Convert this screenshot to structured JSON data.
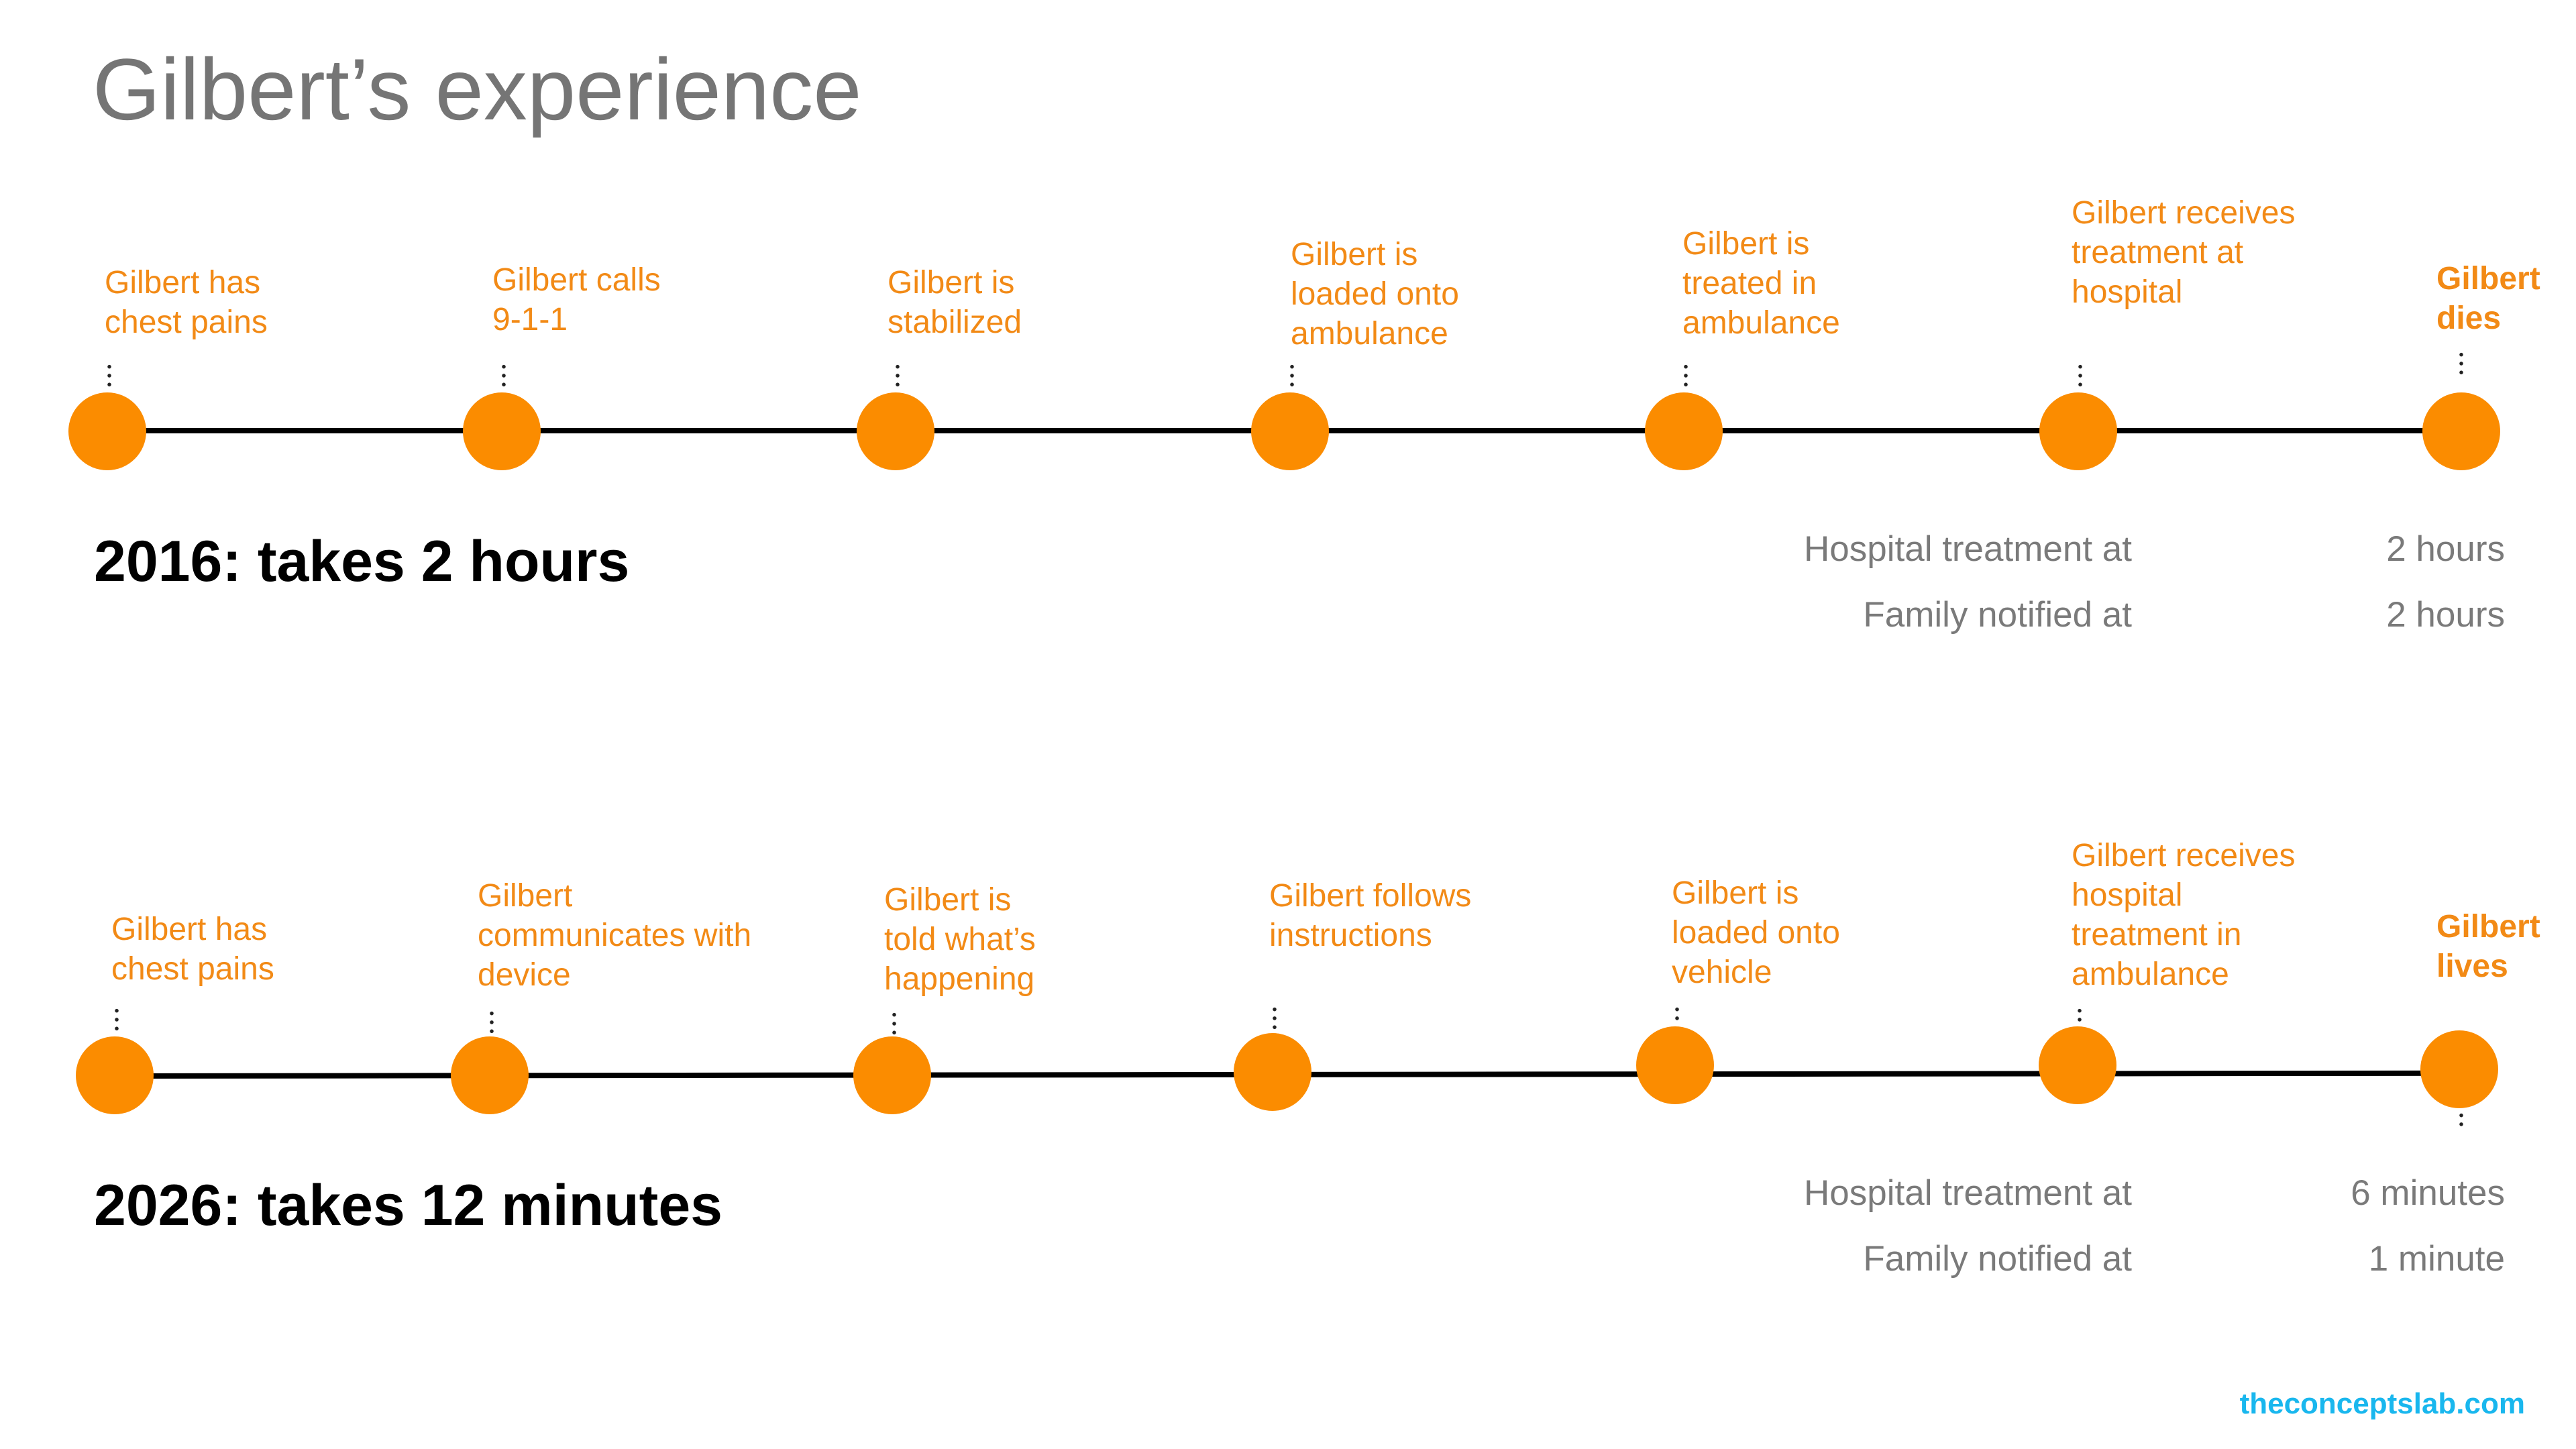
{
  "title": "Gilbert’s experience",
  "credit": "theconceptslab.com",
  "colors": {
    "accent": "#fb8c00",
    "label": "#f28a16",
    "muted": "#7a7a7a",
    "credit": "#19b7ee"
  },
  "timeline_2016": {
    "heading": "2016: takes 2 hours",
    "events": [
      [
        "Gilbert has",
        "chest pains"
      ],
      [
        "Gilbert calls",
        "9-1-1"
      ],
      [
        "Gilbert is",
        "stabilized"
      ],
      [
        "Gilbert is",
        "loaded onto",
        "ambulance"
      ],
      [
        "Gilbert is",
        "treated in",
        "ambulance"
      ],
      [
        "Gilbert receives",
        "treatment at",
        "hospital"
      ],
      [
        "Gilbert",
        "dies"
      ]
    ],
    "stats": [
      {
        "label": "Hospital treatment at",
        "value": "2 hours"
      },
      {
        "label": "Family notified at",
        "value": "2 hours"
      }
    ]
  },
  "timeline_2026": {
    "heading": "2026: takes 12 minutes",
    "events": [
      [
        "Gilbert has",
        "chest pains"
      ],
      [
        "Gilbert",
        "communicates with",
        "device"
      ],
      [
        "Gilbert is",
        "told what’s",
        "happening"
      ],
      [
        "Gilbert follows",
        "instructions"
      ],
      [
        "Gilbert is",
        "loaded onto",
        "vehicle"
      ],
      [
        "Gilbert receives",
        "hospital",
        "treatment in",
        "ambulance"
      ],
      [
        "Gilbert",
        "lives"
      ]
    ],
    "stats": [
      {
        "label": "Hospital treatment at",
        "value": "6 minutes"
      },
      {
        "label": "Family notified at",
        "value": "1 minute"
      }
    ]
  }
}
